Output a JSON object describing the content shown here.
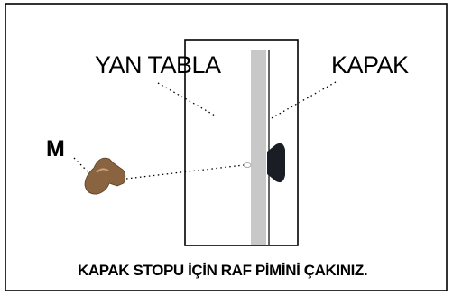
{
  "labels": {
    "side_panel": "YAN TABLA",
    "door": "KAPAK",
    "part_marker": "M"
  },
  "caption": "KAPAK STOPU İÇİN RAF PİMİNİ ÇAKINIZ.",
  "colors": {
    "frame": "#000000",
    "door_strip": "#c8c8c8",
    "door_stop": "#1a1e24",
    "shelf_pin": "#8a6440",
    "leader_dots": "#000000"
  }
}
